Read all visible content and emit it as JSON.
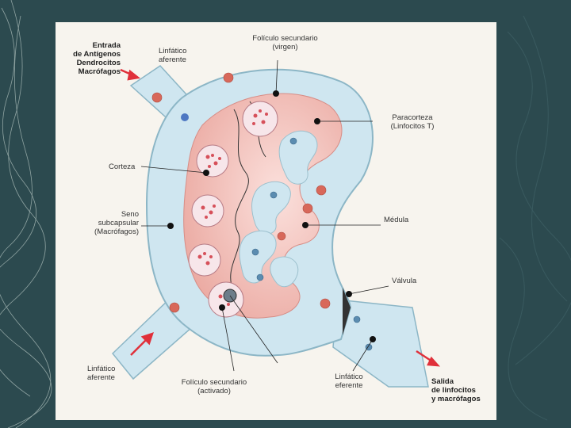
{
  "labels": {
    "entrada": "Entrada\nde Antígenos\nDendrocitos\nMacrófagos",
    "linfatico_aferente_top": "Linfático\naferente",
    "foliculo_virgen": "Folículo secundario\n(virgen)",
    "paracorteza": "Paracorteza\n(Linfocitos T)",
    "corteza": "Corteza",
    "seno": "Seno\nsubcapsular\n(Macrófagos)",
    "medula": "Médula",
    "valvula": "Válvula",
    "linfatico_aferente_bottom": "Linfático\naferente",
    "foliculo_activado": "Folículo secundario\n(activado)",
    "linfatico_eferente": "Linfático\neferente",
    "salida": "Salida\nde linfocitos\ny macrófagos"
  },
  "colors": {
    "background": "#2c4a4f",
    "panel": "#f7f4ee",
    "sinus": "#cfe6f0",
    "cortex": "#f2b8b0",
    "arrow": "#e0303a"
  }
}
